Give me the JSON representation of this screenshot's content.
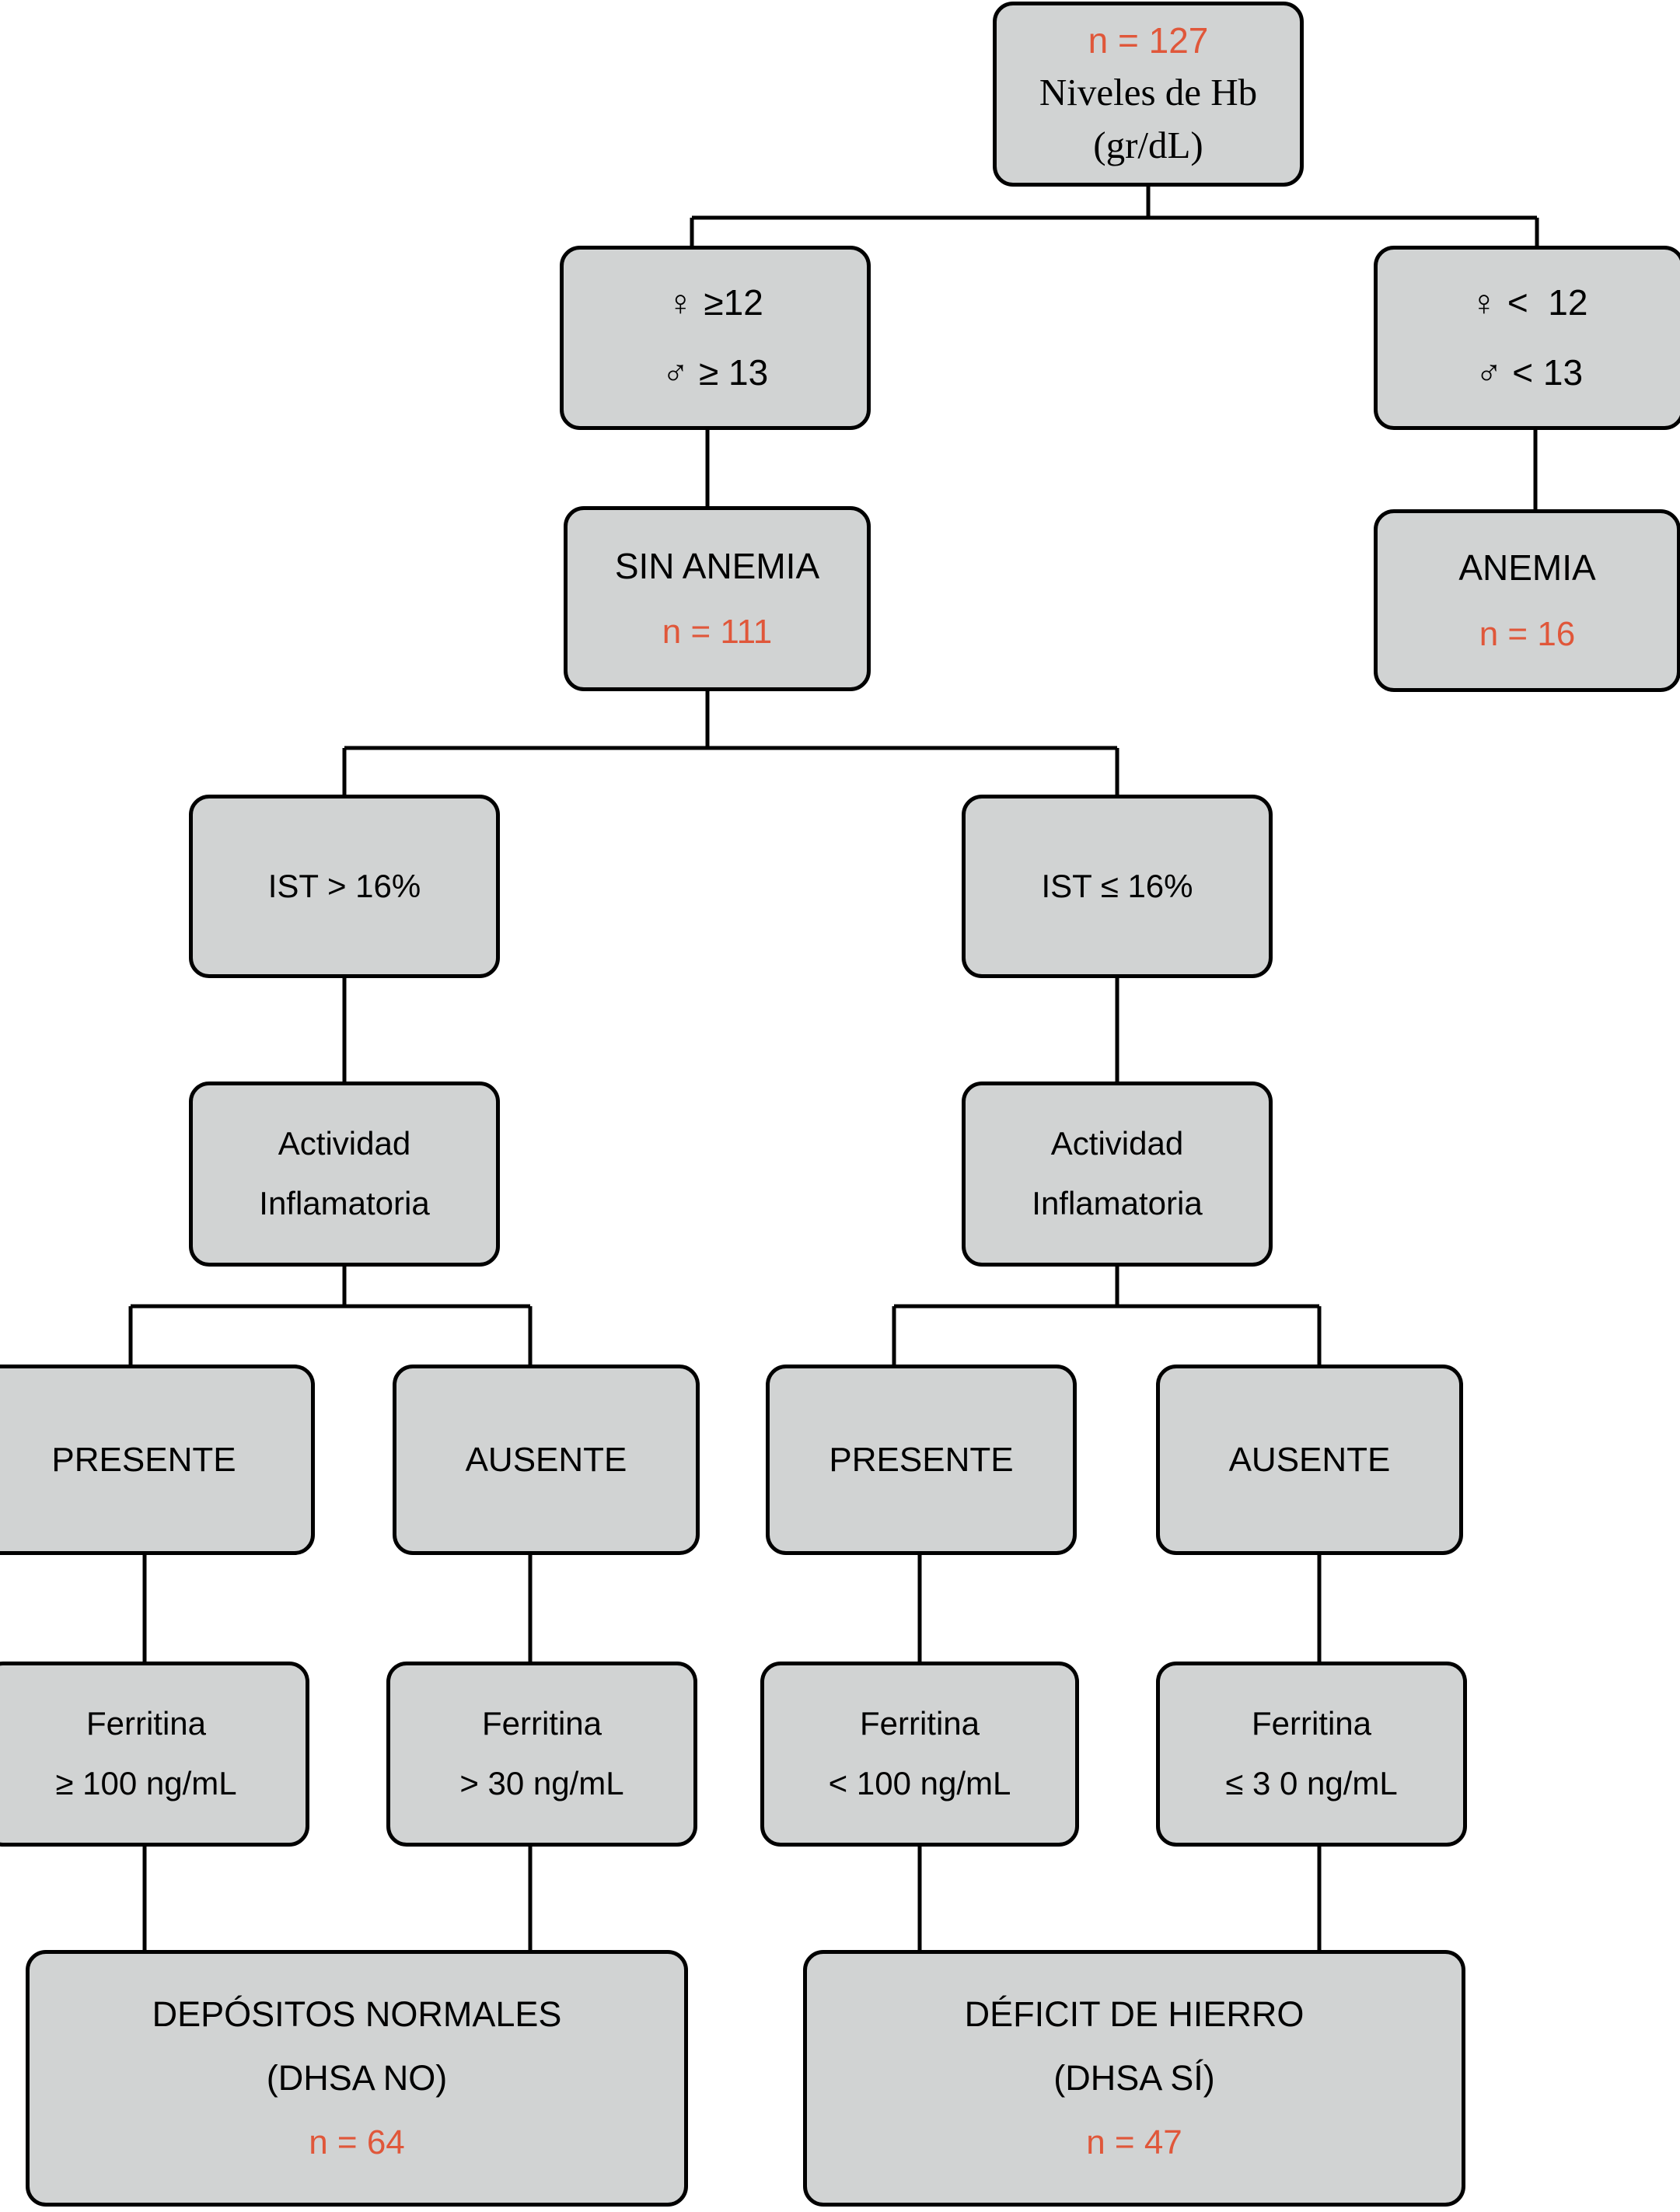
{
  "diagram": {
    "title": "Algoritmo diagnostico de deficit de hierro",
    "colors": {
      "node_fill": "#d1d3d3",
      "node_border": "#000000",
      "text": "#000000",
      "count_accent": "#e0573a",
      "background": "#ffffff"
    },
    "nodes": {
      "root": {
        "count": "n = 127",
        "line1": "Niveles de Hb",
        "line2": "(gr/dL)"
      },
      "no_anemia_criteria": {
        "line1": "♀ ≥12",
        "line2": "♂ ≥ 13"
      },
      "anemia_criteria": {
        "line1": "♀ <  12",
        "line2": "♂ < 13"
      },
      "sin_anemia": {
        "label": "SIN ANEMIA",
        "count": "n = 111"
      },
      "anemia": {
        "label": "ANEMIA",
        "count": "n = 16"
      },
      "ist_high": {
        "label": "IST > 16%"
      },
      "ist_low": {
        "label": "IST ≤ 16%"
      },
      "actividad_left": {
        "line1": "Actividad",
        "line2": "Inflamatoria"
      },
      "actividad_right": {
        "line1": "Actividad",
        "line2": "Inflamatoria"
      },
      "presente_left": {
        "label": "PRESENTE"
      },
      "ausente_left": {
        "label": "AUSENTE"
      },
      "presente_right": {
        "label": "PRESENTE"
      },
      "ausente_right": {
        "label": "AUSENTE"
      },
      "ferritina_1": {
        "line1": "Ferritina",
        "line2": "≥ 100 ng/mL"
      },
      "ferritina_2": {
        "line1": "Ferritina",
        "line2": "> 30 ng/mL"
      },
      "ferritina_3": {
        "line1": "Ferritina",
        "line2": "< 100 ng/mL"
      },
      "ferritina_4": {
        "line1": "Ferritina",
        "line2": "≤ 3 0 ng/mL"
      },
      "depositos_normales": {
        "line1": "DEPÓSITOS NORMALES",
        "line2": "(DHSA NO)",
        "count": "n = 64"
      },
      "deficit_hierro": {
        "line1": "DÉFICIT DE HIERRO",
        "line2": "(DHSA SÍ)",
        "count": "n = 47"
      }
    }
  }
}
